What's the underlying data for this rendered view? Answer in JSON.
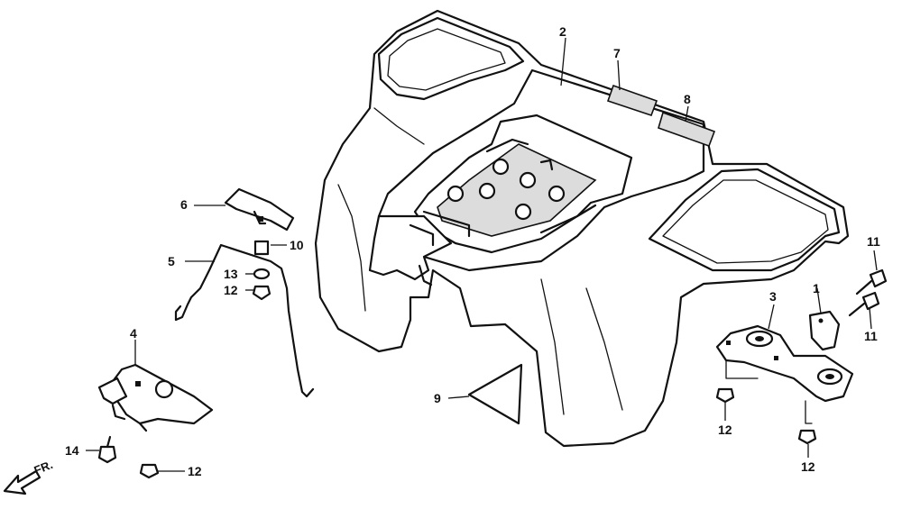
{
  "direction_label": "FR.",
  "callouts": [
    {
      "id": "c1",
      "text": "1"
    },
    {
      "id": "c2",
      "text": "2"
    },
    {
      "id": "c3",
      "text": "3"
    },
    {
      "id": "c4",
      "text": "4"
    },
    {
      "id": "c5",
      "text": "5"
    },
    {
      "id": "c6",
      "text": "6"
    },
    {
      "id": "c7",
      "text": "7"
    },
    {
      "id": "c8",
      "text": "8"
    },
    {
      "id": "c9",
      "text": "9"
    },
    {
      "id": "c10",
      "text": "10"
    },
    {
      "id": "c11a",
      "text": "11"
    },
    {
      "id": "c11b",
      "text": "11"
    },
    {
      "id": "c12a",
      "text": "12"
    },
    {
      "id": "c12b",
      "text": "12"
    },
    {
      "id": "c12c",
      "text": "12"
    },
    {
      "id": "c12d",
      "text": "12"
    },
    {
      "id": "c13",
      "text": "13"
    },
    {
      "id": "c14",
      "text": "14"
    }
  ]
}
